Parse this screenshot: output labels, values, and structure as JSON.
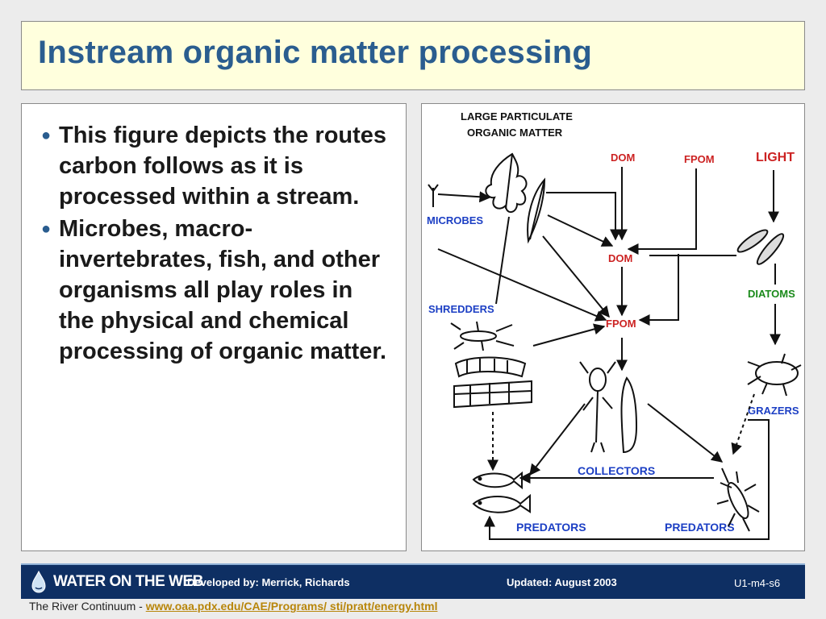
{
  "slide": {
    "title": "Instream organic matter processing",
    "bullets": [
      "This figure depicts the routes carbon follows as it is processed within a stream.",
      "Microbes, macro-invertebrates, fish, and other organisms all play roles in the physical and chemical processing of organic matter."
    ]
  },
  "diagram": {
    "labels": {
      "lpom_line1": "LARGE PARTICULATE",
      "lpom_line2": "ORGANIC MATTER",
      "dom_top": "DOM",
      "fpom_top": "FPOM",
      "light": "LIGHT",
      "microbes": "MICROBES",
      "dom_mid": "DOM",
      "diatoms": "DIATOMS",
      "shredders": "SHREDDERS",
      "fpom_mid": "FPOM",
      "grazers": "GRAZERS",
      "collectors": "COLLECTORS",
      "predators_left": "PREDATORS",
      "predators_right": "PREDATORS"
    },
    "colors": {
      "blue_label": "#1c3fc4",
      "red_label": "#cc2222",
      "green_label": "#1a8a1a",
      "black_label": "#111111"
    }
  },
  "footer": {
    "logo_text": "WATER ON THE WEB",
    "developed_by": "Developed by: Merrick, Richards",
    "updated": "Updated: August 2003",
    "slide_id": "U1-m4-s6"
  },
  "source": {
    "prefix": "The River Continuum - ",
    "link_text": "www.oaa.pdx.edu/CAE/Programs/ sti/pratt/energy.html"
  }
}
